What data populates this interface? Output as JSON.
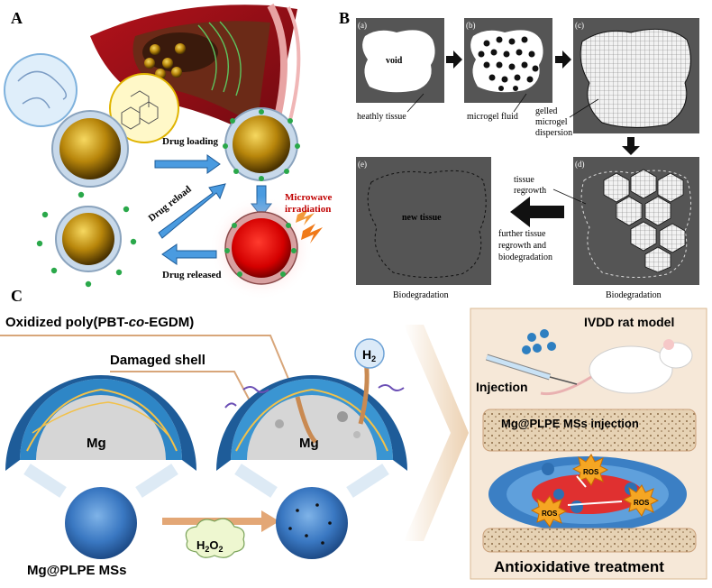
{
  "panelA": {
    "label": "A",
    "drug_loading": "Drug loading",
    "drug_reload": "Drug reload",
    "drug_released": "Drug released",
    "microwave_line1": "Microwave",
    "microwave_line2": "irradiation"
  },
  "panelB": {
    "label": "B",
    "a": "(a)",
    "b": "(b)",
    "c": "(c)",
    "d": "(d)",
    "e": "(e)",
    "void": "void",
    "new_tissue": "new tissue",
    "heathly_tissue": "heathly tissue",
    "microgel_fluid": "microgel fluid",
    "gelled_1": "gelled",
    "gelled_2": "microgel",
    "gelled_3": "dispersion",
    "regrowth_1": "tissue",
    "regrowth_2": "regrowth",
    "further_1": "further  tissue",
    "further_2": "regrowth and",
    "further_3": "biodegradation",
    "biodeg_left": "Biodegradation",
    "biodeg_right": "Biodegradation"
  },
  "panelC": {
    "label": "C",
    "oxidized": "Oxidized poly(PBT-",
    "co": "co",
    "oxidized_end": "-EGDM)",
    "damaged_shell": "Damaged shell",
    "h2": "H",
    "h2_sub": "2",
    "mg_left": "Mg",
    "mg_right": "Mg",
    "h2o2_h": "H",
    "h2o2_2a": "2",
    "h2o2_o": "O",
    "h2o2_2b": "2",
    "mg_plpe_mss": "Mg@PLPE MSs",
    "ivdd": "IVDD rat model",
    "injection": "Injection",
    "mg_injection": "Mg@PLPE MSs injection",
    "ros": "ROS",
    "antioxidative": "Antioxidative treatment"
  },
  "colors": {
    "gold": "#d4a017",
    "dark_gray": "#4a4a4a",
    "blue_shell": "#3b82c4",
    "red_glow": "#e02020",
    "tan_bg": "#f6e8d8"
  }
}
